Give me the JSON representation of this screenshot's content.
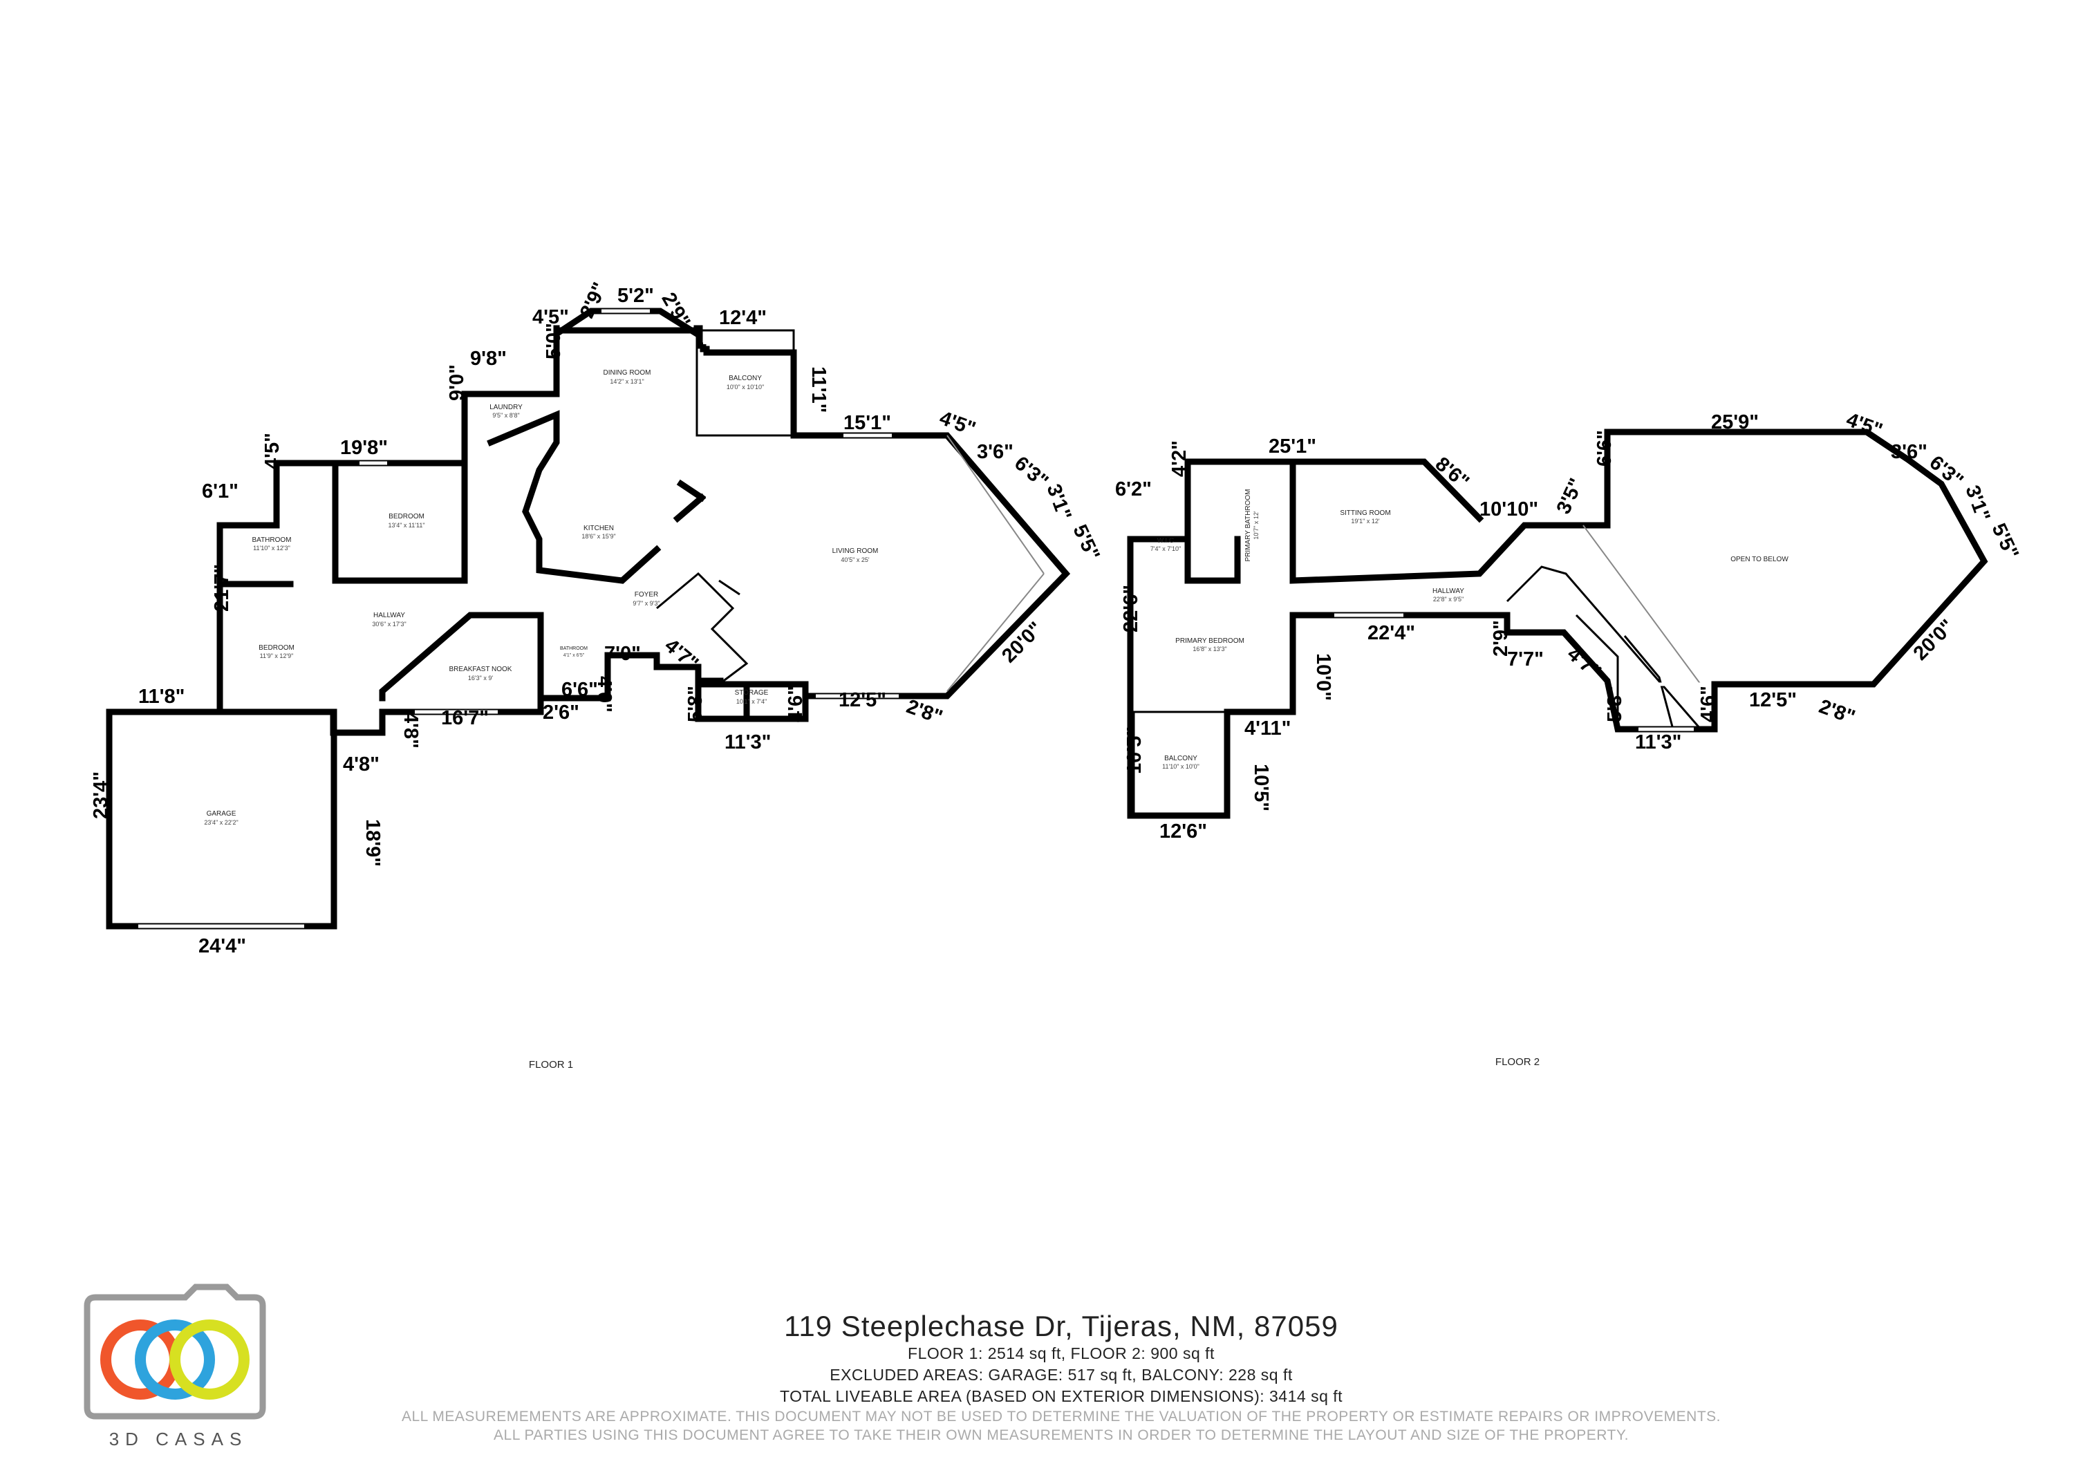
{
  "floor1": {
    "label": "FLOOR 1",
    "rooms": [
      {
        "name": "DINING ROOM",
        "size": "14'2\" x 13'1\""
      },
      {
        "name": "BALCONY",
        "size": "10'0\" x 10'10\""
      },
      {
        "name": "LAUNDRY",
        "size": "9'5\" x 8'8\""
      },
      {
        "name": "KITCHEN",
        "size": "18'6\" x 15'9\""
      },
      {
        "name": "BEDROOM",
        "size": "13'4\" x 11'11\""
      },
      {
        "name": "BATHROOM",
        "size": "11'10\" x 12'3\""
      },
      {
        "name": "LIVING ROOM",
        "size": "40'5\" x 25'"
      },
      {
        "name": "FOYER",
        "size": "9'7\" x 9'3\""
      },
      {
        "name": "HALLWAY",
        "size": "30'6\" x 17'3\""
      },
      {
        "name": "BEDROOM",
        "size": "11'9\" x 12'9\""
      },
      {
        "name": "BREAKFAST NOOK",
        "size": "16'3\" x 9'"
      },
      {
        "name": "BATHROOM",
        "size": "4'1\" x 6'5\""
      },
      {
        "name": "STORAGE",
        "size": "10'1\" x 7'4\""
      },
      {
        "name": "GARAGE",
        "size": "23'4\" x 22'2\""
      }
    ],
    "dims": [
      "4'5\"",
      "2'9\"",
      "5'2\"",
      "2'9\"",
      "12'4\"",
      "5'0\"",
      "9'8\"",
      "11'1\"",
      "9'0\"",
      "19'8\"",
      "15'1\"",
      "4'5\"",
      "3'6\"",
      "6'3\"",
      "4'5\"",
      "6'1\"",
      "3'1\"",
      "5'5\"",
      "21'7\"",
      "20'0\"",
      "7'0\"",
      "4'0\"",
      "4'7\"",
      "6'6\"",
      "2'6\"",
      "11'8\"",
      "12'5\"",
      "2'8\"",
      "16'7\"",
      "4'8\"",
      "5'8\"",
      "4'6\"",
      "11'3\"",
      "4'8\"",
      "23'4\"",
      "18'9\"",
      "24'4\""
    ]
  },
  "floor2": {
    "label": "FLOOR 2",
    "rooms": [
      {
        "name": "W.I.C",
        "size": "7'4\" x 7'10\""
      },
      {
        "name": "PRIMARY BATHROOM",
        "size": "10'7\" x 12'"
      },
      {
        "name": "SITTING ROOM",
        "size": "19'1\" x 12'"
      },
      {
        "name": "OPEN TO BELOW",
        "size": ""
      },
      {
        "name": "HALLWAY",
        "size": "22'8\" x 9'5\""
      },
      {
        "name": "PRIMARY BEDROOM",
        "size": "16'8\" x 13'3\""
      },
      {
        "name": "BALCONY",
        "size": "11'10\" x 10'0\""
      }
    ],
    "dims": [
      "25'1\"",
      "4'2\"",
      "6'2\"",
      "8'6\"",
      "6'6\"",
      "25'9\"",
      "4'5\"",
      "3'6\"",
      "6'3\"",
      "3'1\"",
      "5'5\"",
      "10'10\"",
      "3'5\"",
      "22'6\"",
      "22'4\"",
      "10'0\"",
      "2'9\"",
      "7'7\"",
      "4'7\"",
      "20'0\"",
      "5'8\"",
      "4'6\"",
      "12'5\"",
      "2'8\"",
      "11'3\"",
      "4'11\"",
      "10'5\"",
      "10'5\"",
      "12'6\""
    ]
  },
  "footer": {
    "address": "119 Steeplechase Dr, Tijeras, NM, 87059",
    "floors": "FLOOR 1: 2514 sq ft, FLOOR 2: 900 sq ft",
    "excluded": "EXCLUDED AREAS: GARAGE: 517 sq ft, BALCONY: 228 sq ft",
    "total": "TOTAL LIVEABLE AREA (BASED ON EXTERIOR DIMENSIONS): 3414 sq ft",
    "disclaimer1": "ALL MEASUREMEMENTS ARE APPROXIMATE. THIS DOCUMENT MAY NOT BE USED TO DETERMINE THE VALUATION OF THE PROPERTY OR ESTIMATE REPAIRS OR IMPROVEMENTS.",
    "disclaimer2": "ALL PARTIES USING THIS DOCUMENT AGREE TO TAKE THEIR OWN MEASUREMENTS IN ORDER TO DETERMINE THE LAYOUT AND SIZE OF THE PROPERTY."
  },
  "logo": {
    "text": "3D CASAS",
    "colors": {
      "red": "#f0562b",
      "blue": "#2ea3dd",
      "yellow": "#d7e021",
      "frame": "#9a9a9a"
    }
  }
}
